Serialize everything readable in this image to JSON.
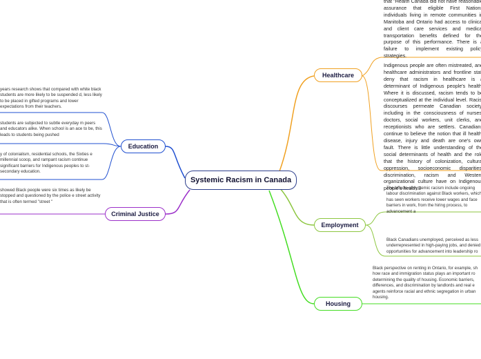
{
  "central": {
    "label": "Systemic Racism in Canada"
  },
  "branches": {
    "healthcare": {
      "label": "Healthcare",
      "color": "#f0a020",
      "notes": [
        "that \"Health Canada did not have reasonable assurance that eligible First Nations individuals living in remote communities in Manitoba and Ontario had access to clinical and client care services and medical transportation benefits defined for the purpose of this performance. There is a failure to implement existing policy strategies.",
        "Indigenous people are often mistreated, and healthcare administrators and frontline staff deny that racism in healthcare is a determinant of Indigenous people's health. Where it is discussed, racism tends to be conceptualized at the individual level. Racist discourses permeate Canadian society, including in the consciousness of nurses, doctors, social workers, unit clerks, and receptionists who are settlers. Canadians continue to believe the notion that ill health, disease, injury and death are one's own fault. There is little understanding of the social determinants of health and the role that the history of colonization, cultural oppression, socioeconomic disparities, discrimination, racism and Western organizational culture have on Indigenous people's health.3"
      ]
    },
    "education": {
      "label": "Education",
      "color": "#1f4fd0",
      "notes": [
        "years research shows that compared with white black students are more likely to be suspended d, less likely to be placed in gifted programs and lower expectations from their teachers.",
        "students are subjected to subtle everyday m peers and educators alike. When school is an ace to be, this leads to students being pushed",
        "y of colonialism, residential schools, the Sixties e millennial scoop, and rampant racism continue significant barriers for Indigenous peoples to st-secondary education."
      ]
    },
    "criminal_justice": {
      "label": "Criminal Justice",
      "color": "#9b2fc9",
      "notes": [
        "showed Black people were six times as likely be stopped and questioned by the police e street activity that is often termed \"street \""
      ]
    },
    "employment": {
      "label": "Employment",
      "color": "#8cc63f",
      "notes": [
        "The effects of systemic racism include ongoing labour discrimination against Black workers, which has seen workers receive lower wages and face barriers in work, from the hiring process, to advancement a",
        "Black Canadians unemployed, perceived as less underrepresented in high-paying jobs, and denied opportunities for advancement into leadership ro"
      ]
    },
    "housing": {
      "label": "Housing",
      "color": "#44dd22",
      "notes": [
        "Black perspective on renting in Ontario, for example, sh how race and immigration status plays an important ro determining the quality of housing. Economic barriers, differences, and discrimination by landlords and real e agents reinforce racial and ethnic segregation in urban housing."
      ]
    }
  }
}
